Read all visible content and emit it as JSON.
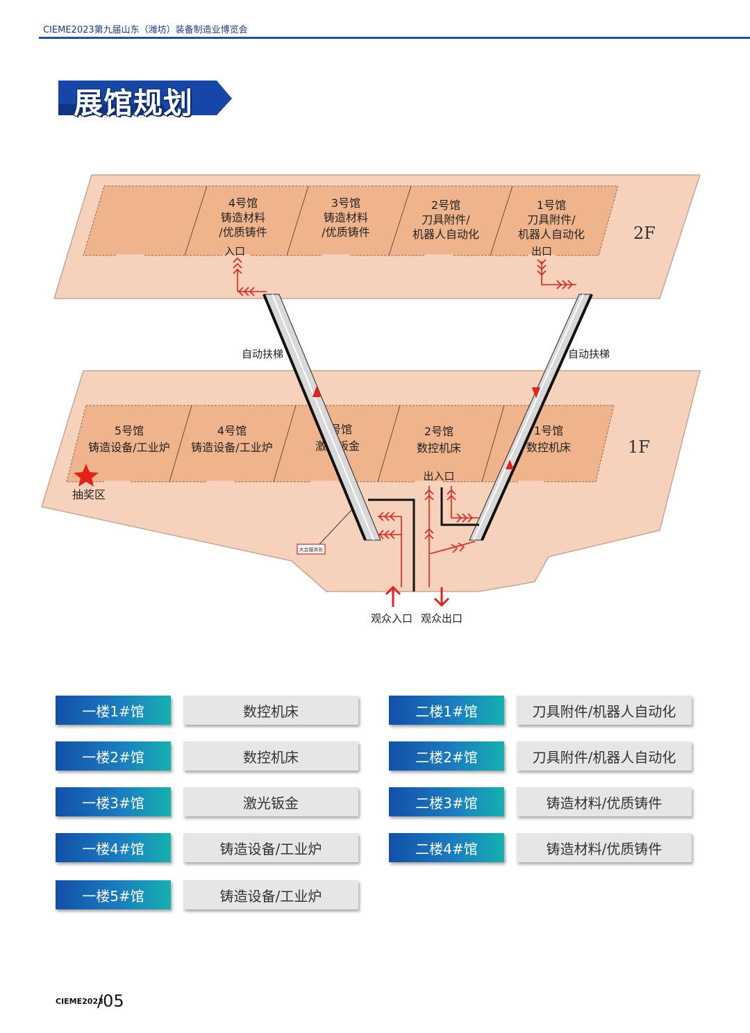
{
  "header": {
    "title": "CIEME2023第九届山东（潍坊）装备制造业博览会"
  },
  "section_title": "展馆规划",
  "map": {
    "floor2": {
      "label": "2F",
      "halls": [
        {
          "name": "4号馆",
          "line1": "铸造材料",
          "line2": "/优质铸件"
        },
        {
          "name": "3号馆",
          "line1": "铸造材料",
          "line2": "/优质铸件"
        },
        {
          "name": "2号馆",
          "line1": "刀具附件/",
          "line2": "机器人自动化"
        },
        {
          "name": "1号馆",
          "line1": "刀具附件/",
          "line2": "机器人自动化"
        }
      ],
      "entrance": "入口",
      "exit": "出口"
    },
    "escalator_left": "自动扶梯",
    "escalator_right": "自动扶梯",
    "floor1": {
      "label": "1F",
      "halls": [
        {
          "name": "5号馆",
          "line1": "铸造设备/工业炉"
        },
        {
          "name": "4号馆",
          "line1": "铸造设备/工业炉"
        },
        {
          "name": "3号馆",
          "line1": "激光钣金"
        },
        {
          "name": "2号馆",
          "line1": "数控机床"
        },
        {
          "name": "1号馆",
          "line1": "数控机床"
        }
      ],
      "in_out": "出入口",
      "lottery": "抽奖区",
      "service": "大会服务处"
    },
    "visitor_entrance": "观众入口",
    "visitor_exit": "观众出口"
  },
  "legend": {
    "left": [
      {
        "tag": "一楼1#馆",
        "value": "数控机床"
      },
      {
        "tag": "一楼2#馆",
        "value": "数控机床"
      },
      {
        "tag": "一楼3#馆",
        "value": "激光钣金"
      },
      {
        "tag": "一楼4#馆",
        "value": "铸造设备/工业炉"
      },
      {
        "tag": "一楼5#馆",
        "value": "铸造设备/工业炉"
      }
    ],
    "right": [
      {
        "tag": "二楼1#馆",
        "value": "刀具附件/机器人自动化"
      },
      {
        "tag": "二楼2#馆",
        "value": "刀具附件/机器人自动化"
      },
      {
        "tag": "二楼3#馆",
        "value": "铸造材料/优质铸件"
      },
      {
        "tag": "二楼4#馆",
        "value": "铸造材料/优质铸件"
      }
    ]
  },
  "footer": {
    "brand": "CIEME2023",
    "page": "/05"
  },
  "colors": {
    "floor": "#f6d2bd",
    "hall": "#f0b48c",
    "arrow": "#e8201c",
    "accent": "#1e4fb0"
  }
}
